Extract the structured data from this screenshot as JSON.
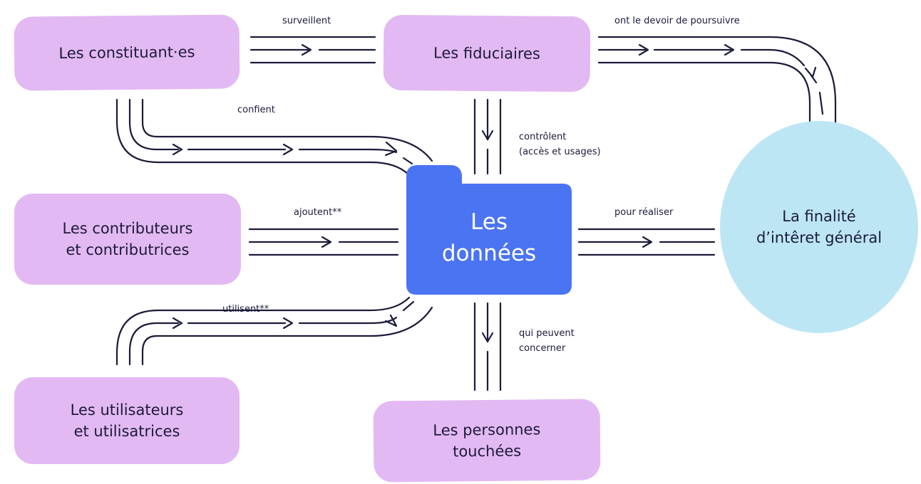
{
  "nodes": {
    "constituants": "Les constituant·es",
    "fiduciaires": "Les fiduciaires",
    "contributeurs": "Les contributeurs\net contributrices",
    "utilisateurs": "Les utilisateurs\net utilisatrices",
    "personnes": "Les personnes\ntouchées",
    "donnees": "Les\ndonnées",
    "finalite": "La finalité\nd’intêret général"
  },
  "edges": {
    "surveillent": "surveillent",
    "devoir": "ont le devoir de poursuivre",
    "confient": "confient",
    "controlent": "contrôlent\n(accès et usages)",
    "ajoutent": "ajoutent**",
    "realiser": "pour réaliser",
    "utilisent": "utilisent**",
    "concerner": "qui peuvent\nconcerner"
  },
  "colors": {
    "box": "#e3b9f3",
    "folder": "#4b74f3",
    "circle": "#bde6f4",
    "line": "#1b1b3a"
  }
}
